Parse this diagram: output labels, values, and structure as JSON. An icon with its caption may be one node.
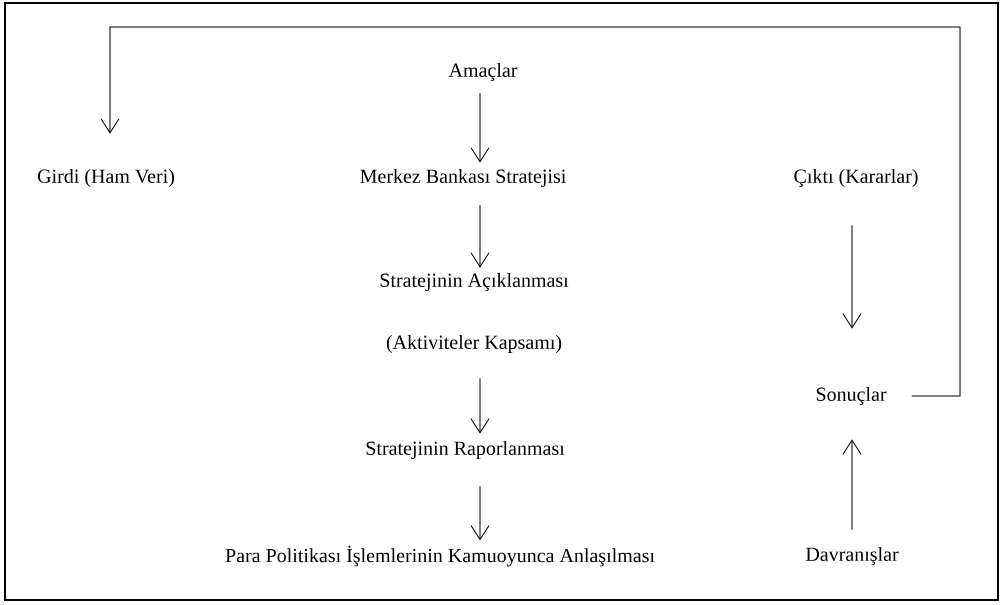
{
  "diagram": {
    "nodes": [
      {
        "text": [
          "Amaçlar"
        ]
      },
      {
        "text": [
          "Girdi (Ham Veri)"
        ]
      },
      {
        "text": [
          "Merkez Bankası Stratejisi"
        ]
      },
      {
        "text": [
          "Çıktı (Kararlar)"
        ]
      },
      {
        "text": [
          "Stratejinin Açıklanması",
          "(Aktiviteler Kapsamı)"
        ]
      },
      {
        "text": [
          "Sonuçlar"
        ]
      },
      {
        "text": [
          "Stratejinin Raporlanması"
        ]
      },
      {
        "text": [
          "Para Politikası İşlemlerinin Kamuoyunca Anlaşılması"
        ]
      },
      {
        "text": [
          "Davranışlar"
        ]
      }
    ],
    "edges": [
      {
        "from": 0,
        "to": 2,
        "arrow": "to"
      },
      {
        "from": 2,
        "to": 4,
        "arrow": "to"
      },
      {
        "from": 4,
        "to": 6,
        "arrow": "to"
      },
      {
        "from": 6,
        "to": 7,
        "arrow": "to"
      },
      {
        "from": 3,
        "to": 5,
        "arrow": "to"
      },
      {
        "from": 8,
        "to": 5,
        "arrow": "to"
      },
      {
        "from": 5,
        "to": 1,
        "arrow": "to"
      }
    ]
  }
}
